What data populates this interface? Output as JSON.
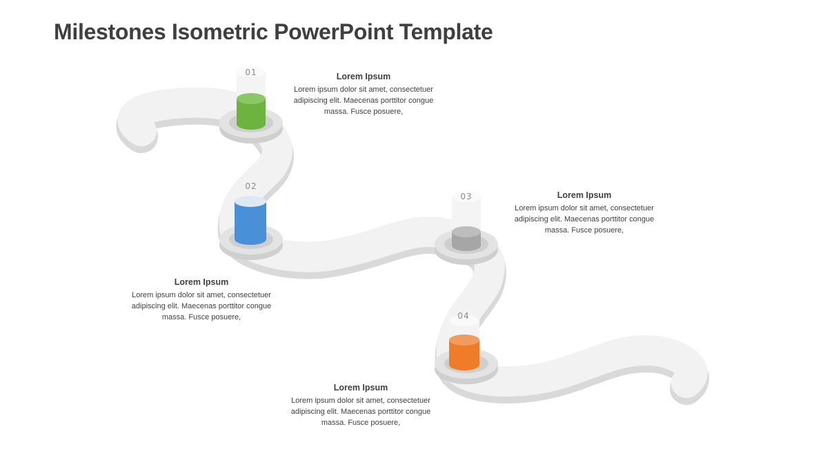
{
  "title": "Milestones Isometric PowerPoint Template",
  "milestones": [
    {
      "number": "01",
      "heading": "Lorem Ipsum",
      "text": "Lorem ipsum  dolor sit amet, consectetuer adipiscing elit. Maecenas porttitor congue massa. Fusce  posuere,",
      "color": "#6db33f"
    },
    {
      "number": "02",
      "heading": "Lorem Ipsum",
      "text": "Lorem ipsum  dolor sit amet, consectetuer adipiscing elit. Maecenas porttitor congue massa. Fusce  posuere,",
      "color": "#4a90d9"
    },
    {
      "number": "03",
      "heading": "Lorem Ipsum",
      "text": "Lorem ipsum  dolor sit amet, consectetuer adipiscing elit. Maecenas porttitor congue massa. Fusce  posuere,",
      "color": "#a6a6a6"
    },
    {
      "number": "04",
      "heading": "Lorem Ipsum",
      "text": "Lorem ipsum  dolor sit amet, consectetuer adipiscing elit. Maecenas porttitor congue massa. Fusce  posuere,",
      "color": "#f07c2a"
    }
  ],
  "colors": {
    "road_top": "#f2f2f2",
    "road_side": "#d9d9d9",
    "base": "#d9d9d9",
    "title": "#3f3f3f",
    "text": "#404040"
  }
}
